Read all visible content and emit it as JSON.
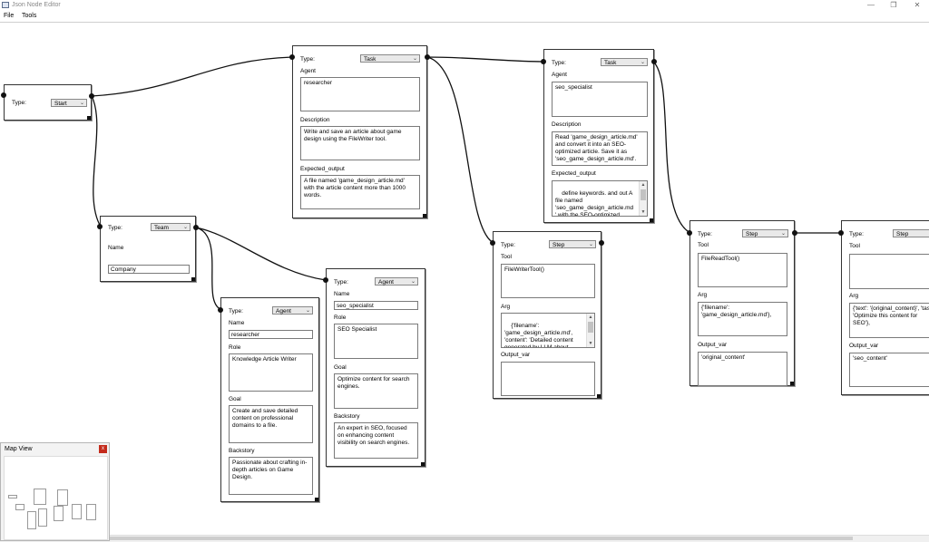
{
  "window": {
    "title": "Json Node Editor",
    "controls": {
      "minimize": "—",
      "maximize": "❐",
      "close": "✕"
    }
  },
  "menu": [
    "File",
    "Tools"
  ],
  "map_view": {
    "title": "Map View",
    "close": "x"
  },
  "nodes": {
    "start": {
      "type_label": "Type:",
      "type": "Start"
    },
    "task1": {
      "type_label": "Type:",
      "type": "Task",
      "agent_label": "Agent",
      "agent": "researcher",
      "description_label": "Description",
      "description": "Write and save an article about game design using the FileWriter tool.",
      "expected_label": "Expected_output",
      "expected": "A file named 'game_design_article.md' with the article content more than 1000 words."
    },
    "task2": {
      "type_label": "Type:",
      "type": "Task",
      "agent_label": "Agent",
      "agent": "seo_specialist",
      "description_label": "Description",
      "description": "Read 'game_design_article.md' and convert it into an SEO-optimized article. Save it as 'seo_game_design_article.md'.",
      "expected_label": "Expected_output",
      "expected": "define keywords. and out A file named 'seo_game_design_article.md ' with the SEO-optimized"
    },
    "team": {
      "type_label": "Type:",
      "type": "Team",
      "name_label": "Name",
      "name": "Company"
    },
    "agent1": {
      "type_label": "Type:",
      "type": "Agent",
      "name_label": "Name",
      "name": "researcher",
      "role_label": "Role",
      "role": "Knowledge Article Writer",
      "goal_label": "Goal",
      "goal": "Create and save detailed content on professional domains to a file.",
      "backstory_label": "Backstory",
      "backstory": "Passionate about crafting in-depth articles on Game Design."
    },
    "agent2": {
      "type_label": "Type:",
      "type": "Agent",
      "name_label": "Name",
      "name": "seo_specialist",
      "role_label": "Role",
      "role": "SEO Specialist",
      "goal_label": "Goal",
      "goal": "Optimize content for search engines.",
      "backstory_label": "Backstory",
      "backstory": "An expert in SEO, focused on enhancing content visibility on search engines."
    },
    "step1": {
      "type_label": "Type:",
      "type": "Step",
      "tool_label": "Tool",
      "tool": "FileWriterTool()",
      "arg_label": "Arg",
      "arg": "{'filename': 'game_design_article.md', 'content': 'Detailed content generated by LLM about",
      "output_label": "Output_var",
      "output": ""
    },
    "step2": {
      "type_label": "Type:",
      "type": "Step",
      "tool_label": "Tool",
      "tool": "FileReadTool()",
      "arg_label": "Arg",
      "arg": "{'filename': 'game_design_article.md'},",
      "output_label": "Output_var",
      "output": "'original_content'"
    },
    "step3": {
      "type_label": "Type:",
      "type": "Step",
      "tool_label": "Tool",
      "tool": "",
      "arg_label": "Arg",
      "arg": "{'text': '{original_content}', 'task': 'Optimize this content for SEO'},",
      "output_label": "Output_var",
      "output": "'seo_content'"
    }
  },
  "colors": {
    "close_red": "#c42b1c",
    "wire": "#111111",
    "node_border": "#333333"
  },
  "icons": {
    "dropdown": "chevron-down-icon",
    "scroll_up": "▲",
    "scroll_down": "▼",
    "arrow": "⌄"
  }
}
